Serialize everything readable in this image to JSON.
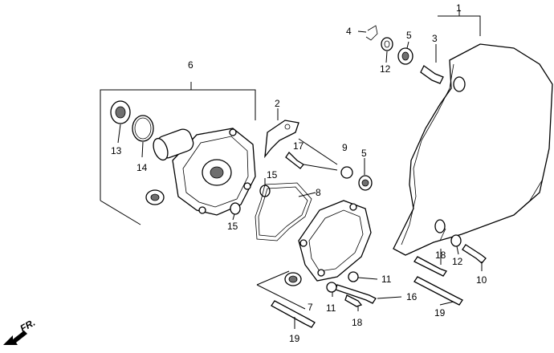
{
  "callouts": {
    "c1": "1",
    "c2": "2",
    "c3": "3",
    "c4": "4",
    "c5a": "5",
    "c5b": "5",
    "c6": "6",
    "c7": "7",
    "c8": "8",
    "c9": "9",
    "c10": "10",
    "c11a": "11",
    "c11b": "11",
    "c12a": "12",
    "c12b": "12",
    "c13": "13",
    "c14": "14",
    "c15a": "15",
    "c15b": "15",
    "c16": "16",
    "c17": "17",
    "c18a": "18",
    "c18b": "18",
    "c19a": "19",
    "c19b": "19"
  },
  "direction_label": "FR."
}
